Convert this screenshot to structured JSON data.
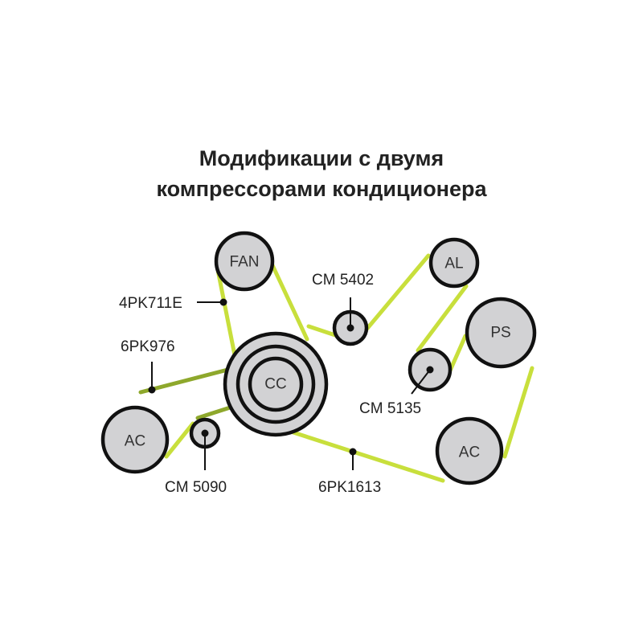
{
  "title": {
    "line1": "Модификации с двумя",
    "line2": "компрессорами кондиционера"
  },
  "pulleys": {
    "fan": "FAN",
    "al": "AL",
    "ps": "PS",
    "cc": "CC",
    "ac_left": "AC",
    "ac_right": "AC"
  },
  "labels": {
    "cm5402": "CM 5402",
    "cm5135": "CM 5135",
    "cm5090": "CM 5090",
    "belt_4pk711e": "4PK711E",
    "belt_6pk976": "6PK976",
    "belt_6pk1613": "6PK1613"
  },
  "colors": {
    "belt_light": "#c8df3c",
    "belt_dark": "#8ea82c",
    "pulley_fill": "#d2d2d4",
    "outline": "#111111"
  }
}
